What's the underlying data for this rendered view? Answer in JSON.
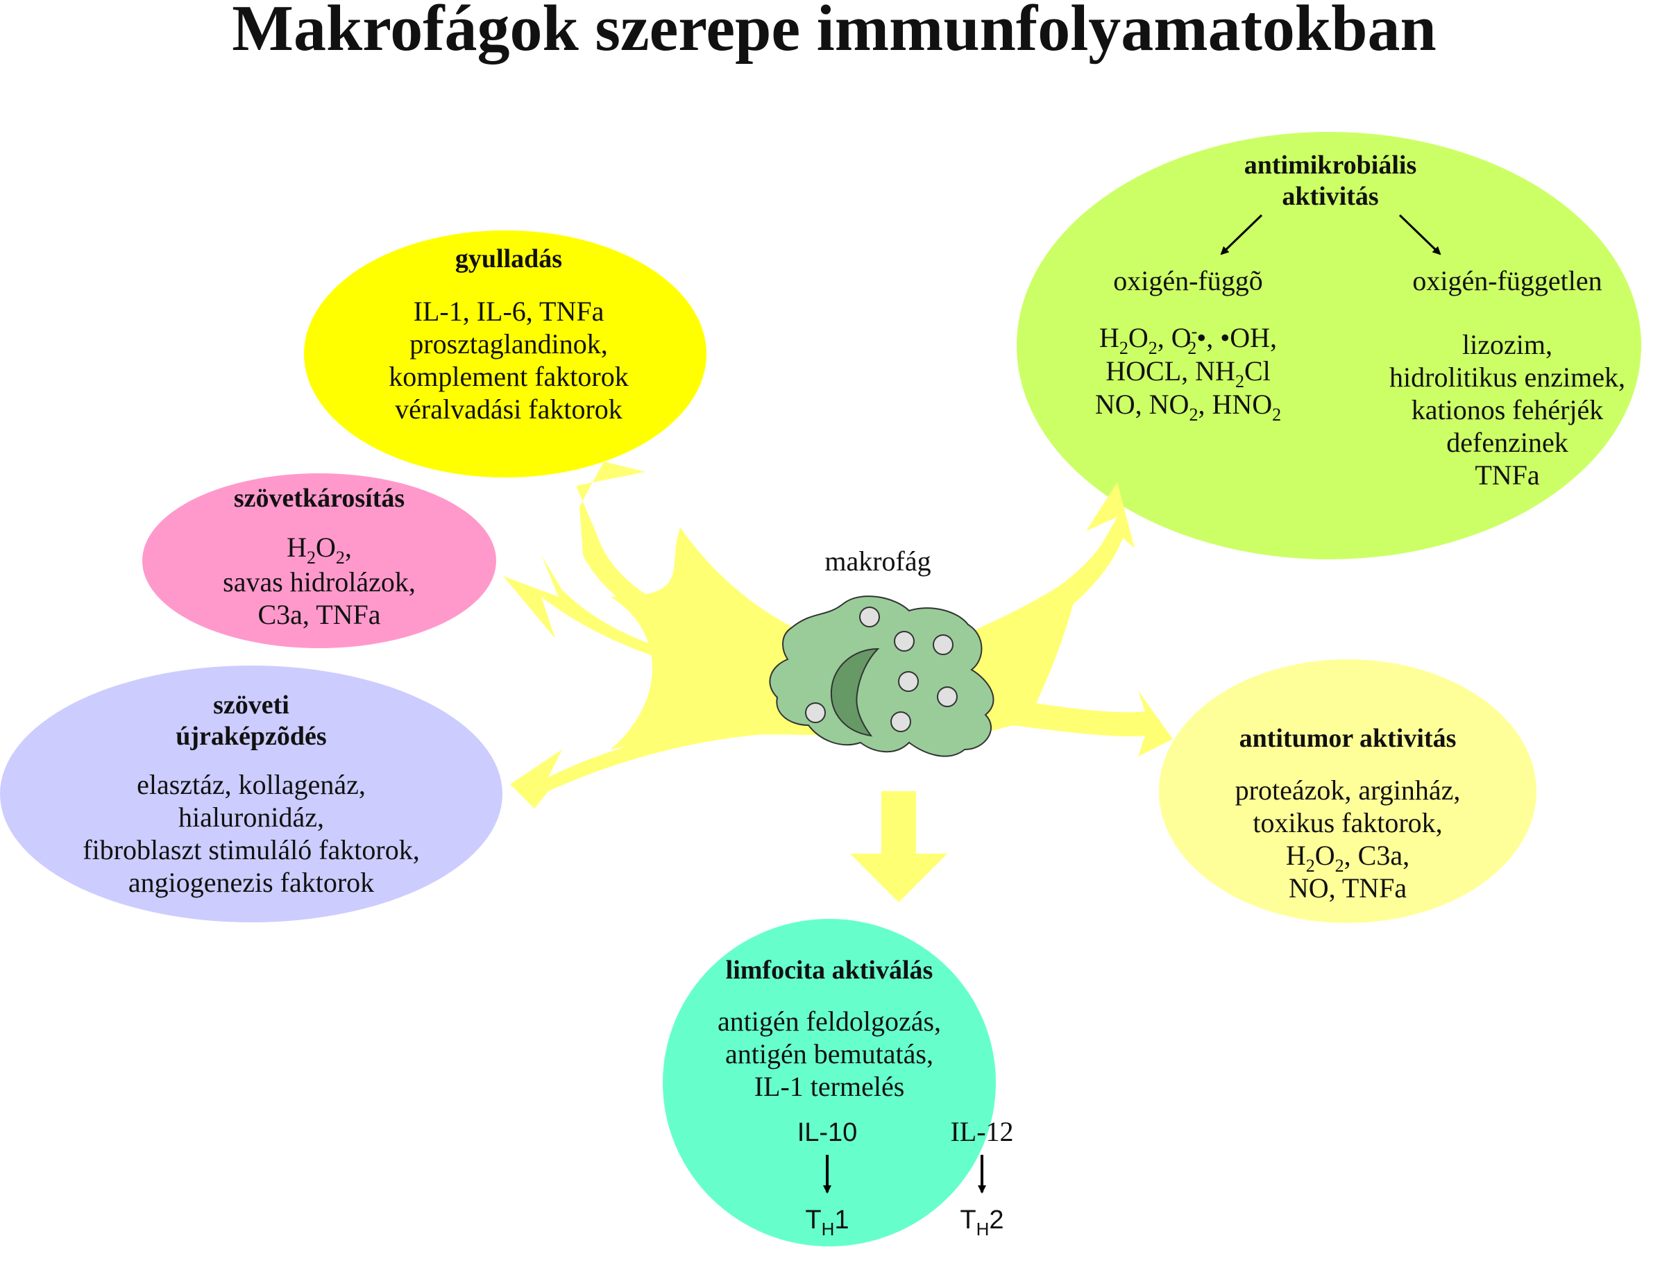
{
  "title": "Makrofágok szerepe immunfolyamatokban",
  "center": {
    "label": "makrofág"
  },
  "colors": {
    "arrow": "#ffff73",
    "cell_body": "#99cc99",
    "cell_nucleus": "#669966",
    "cell_vesicle": "#e0e0e0",
    "gyulladas": "#ffff00",
    "szovetkarositas": "#ff99cc",
    "szoveti_ujrakepzodes": "#ccccff",
    "antimikrobialis": "#ccff66",
    "antitumor": "#ffff99",
    "limfocita": "#66ffcc"
  },
  "gyulladas": {
    "heading": "gyulladás",
    "lines": [
      "IL-1, IL-6, TNFa",
      "prosztaglandinok,",
      "komplement faktorok",
      "véralvadási faktorok"
    ]
  },
  "szovetkarositas": {
    "heading": "szövetkárosítás",
    "h": "H",
    "sub2": "2",
    "o": "O",
    "comma": ",",
    "lines": [
      "savas hidrolázok,",
      "C3a, TNFa"
    ]
  },
  "szoveti_ujrakepzodes": {
    "heading1": "szöveti",
    "heading2": "újraképzõdés",
    "lines": [
      "elasztáz, kollagenáz,",
      "hialuronidáz,",
      "fibroblaszt stimuláló faktorok,",
      "angiogenezis faktorok"
    ]
  },
  "antimikrobialis": {
    "heading1": "antimikrobiális",
    "heading2": "aktivitás",
    "oxygen_dependent": "oxigén-függõ",
    "oxygen_independent": "oxigén-független",
    "dep_line1": {
      "h": "H",
      "s2": "2",
      "o": "O",
      "sep1": ", O",
      "minus": "-",
      "dot": "•",
      "sep2": ", •OH,"
    },
    "dep_line2": {
      "a": "HOCL, NH",
      "s2": "2",
      "b": "Cl"
    },
    "dep_line3": {
      "a": "NO, NO",
      "s2": "2",
      "b": ", HNO",
      "s3": "2"
    },
    "independent_lines": [
      "lizozim,",
      "hidrolitikus enzimek,",
      "kationos fehérjék",
      "defenzinek",
      "TNFa"
    ]
  },
  "antitumor": {
    "heading": "antitumor aktivitás",
    "lines": [
      "proteázok, arginház,",
      "toxikus faktorok,"
    ],
    "h2o2_tail": ", C3a,",
    "h": "H",
    "s2": "2",
    "o": "O",
    "last_line": "NO, TNFa"
  },
  "limfocita": {
    "heading": "limfocita aktiválás",
    "lines": [
      "antigén feldolgozás,",
      "antigén bemutatás,",
      "IL-1 termelés"
    ],
    "il10": "IL-10",
    "il12": "IL-12",
    "t": "T",
    "h": "H",
    "th1_num": "1",
    "th2_num": "2"
  }
}
